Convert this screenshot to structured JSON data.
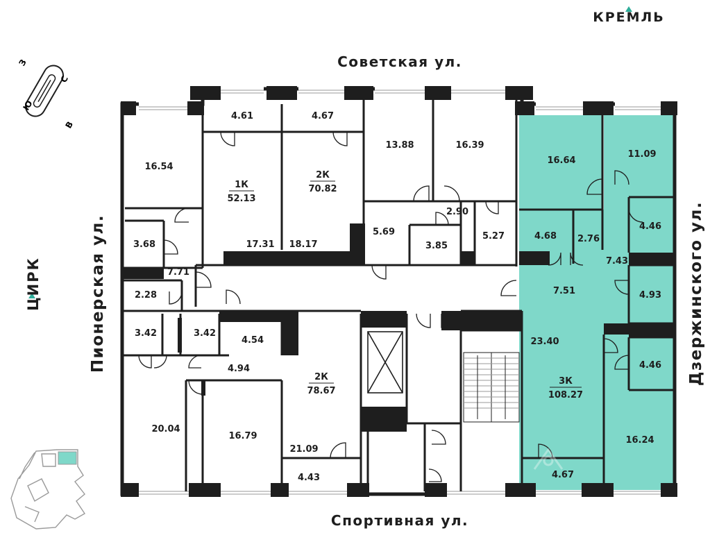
{
  "landmarks": {
    "kremlin": "КРЕМЛЬ",
    "circus": "ЦИРК"
  },
  "streets": {
    "north": "Советская ул.",
    "south": "Спортивная ул.",
    "west": "Пионерская ул.",
    "east": "Дзержинского ул."
  },
  "compass": {
    "north": "С",
    "south": "Ю",
    "east": "В",
    "west": "З"
  },
  "colors": {
    "highlight": "#7fd8c9",
    "wall": "#1e1e1e",
    "accent": "#2fae9b"
  },
  "units": {
    "unit_1k": {
      "type": "1К",
      "area": "52.13"
    },
    "unit_2k_top": {
      "type": "2К",
      "area": "70.82"
    },
    "unit_2k_bottom": {
      "type": "2К",
      "area": "78.67"
    },
    "unit_3k": {
      "type": "3К",
      "area": "108.27"
    }
  },
  "rooms": {
    "r16_54": "16.54",
    "r4_61": "4.61",
    "r4_67_top": "4.67",
    "r13_88": "13.88",
    "r16_39": "16.39",
    "r16_64": "16.64",
    "r11_09": "11.09",
    "r3_68": "3.68",
    "r17_31": "17.31",
    "r18_17": "18.17",
    "r5_69": "5.69",
    "r2_90": "2.90",
    "r3_85": "3.85",
    "r5_27": "5.27",
    "r4_68": "4.68",
    "r2_76": "2.76",
    "r4_46_top": "4.46",
    "r7_43": "7.43",
    "r7_71": "7.71",
    "r2_28": "2.28",
    "r7_51": "7.51",
    "r4_93": "4.93",
    "r3_42_left": "3.42",
    "r3_42_right": "3.42",
    "r4_54": "4.54",
    "r4_94": "4.94",
    "r23_40": "23.40",
    "r4_46_bottom": "4.46",
    "r20_04": "20.04",
    "r16_79": "16.79",
    "r21_09": "21.09",
    "r4_43": "4.43",
    "r4_67_bottom": "4.67",
    "r16_24": "16.24"
  }
}
